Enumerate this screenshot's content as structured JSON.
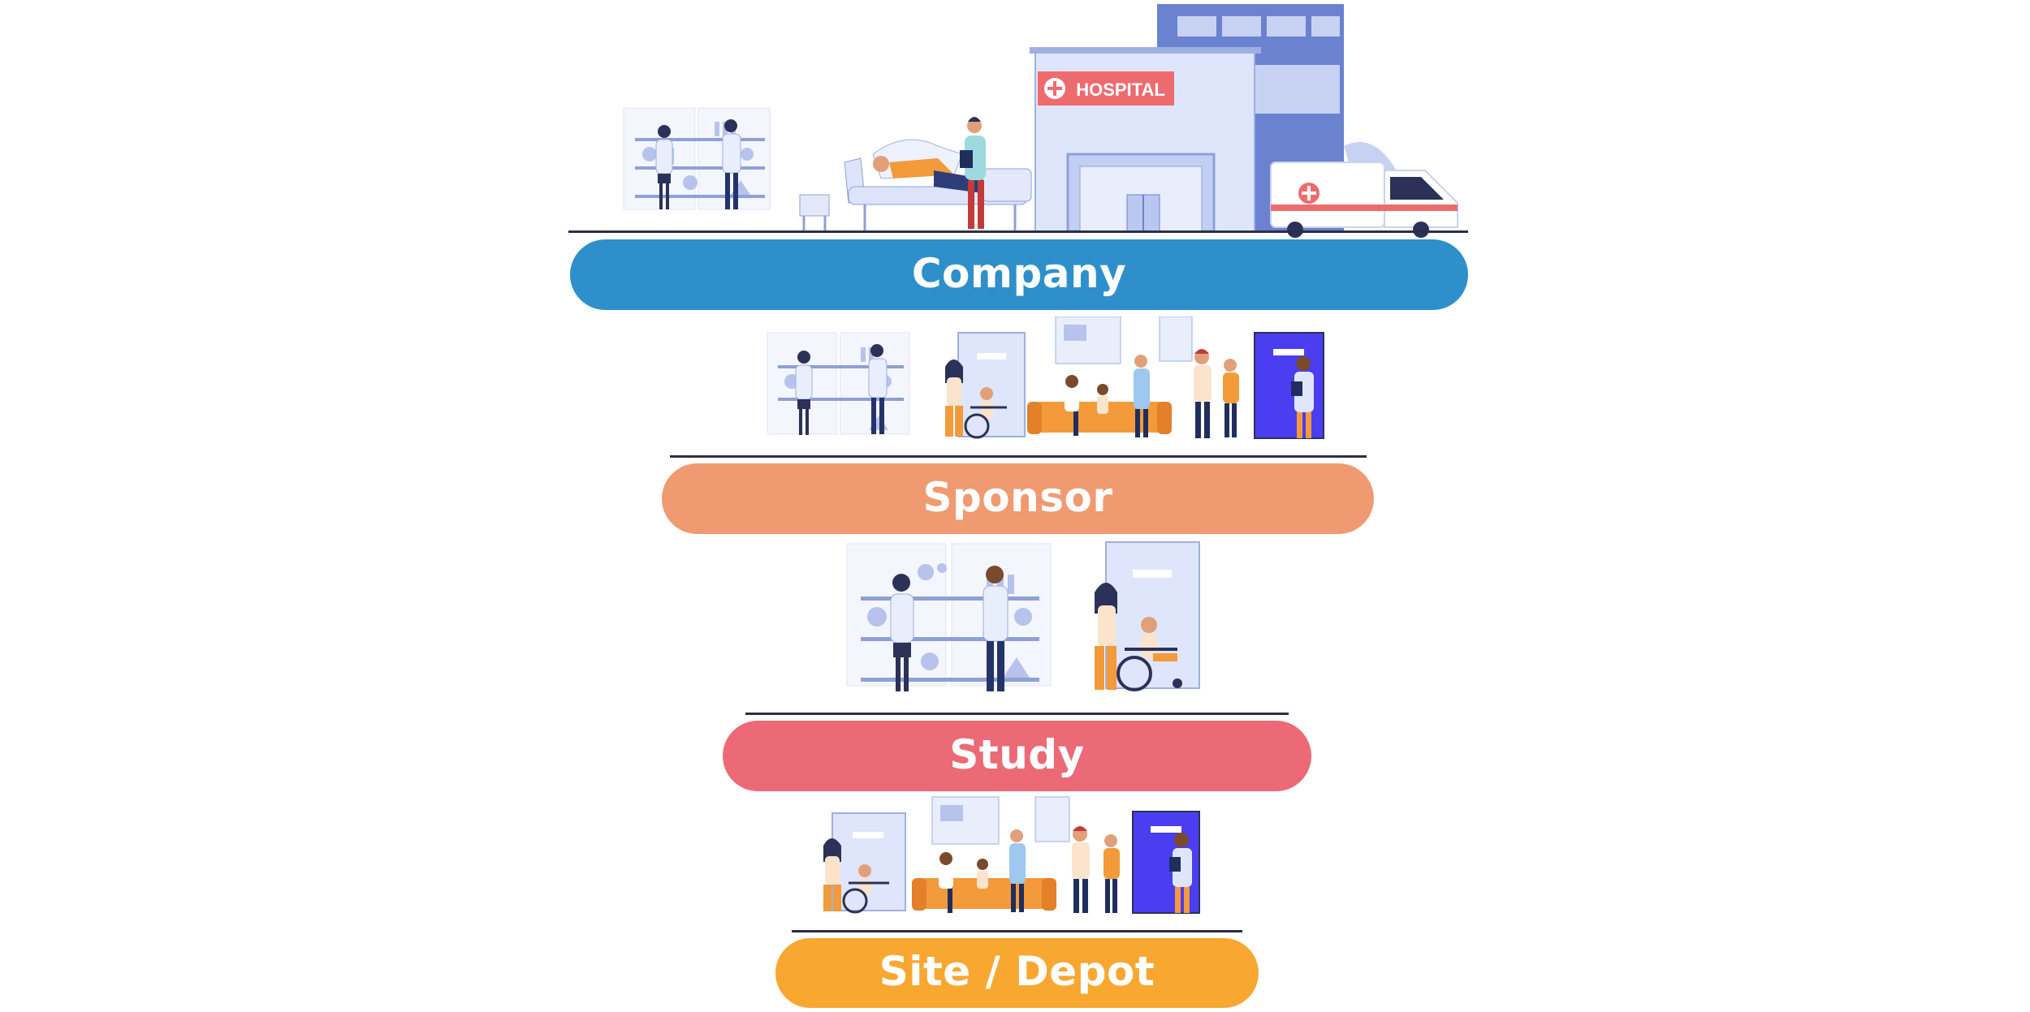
{
  "hospital_sign": "HOSPITAL",
  "tiers": [
    {
      "label": "Company",
      "color": "#2e8fcb",
      "scene": "hospital-scene"
    },
    {
      "label": "Sponsor",
      "color": "#f09a72",
      "scene": "sponsor-scene"
    },
    {
      "label": "Study",
      "color": "#eb6a76",
      "scene": "study-scene"
    },
    {
      "label": "Site / Depot",
      "color": "#f8a731",
      "scene": "site-scene"
    }
  ]
}
